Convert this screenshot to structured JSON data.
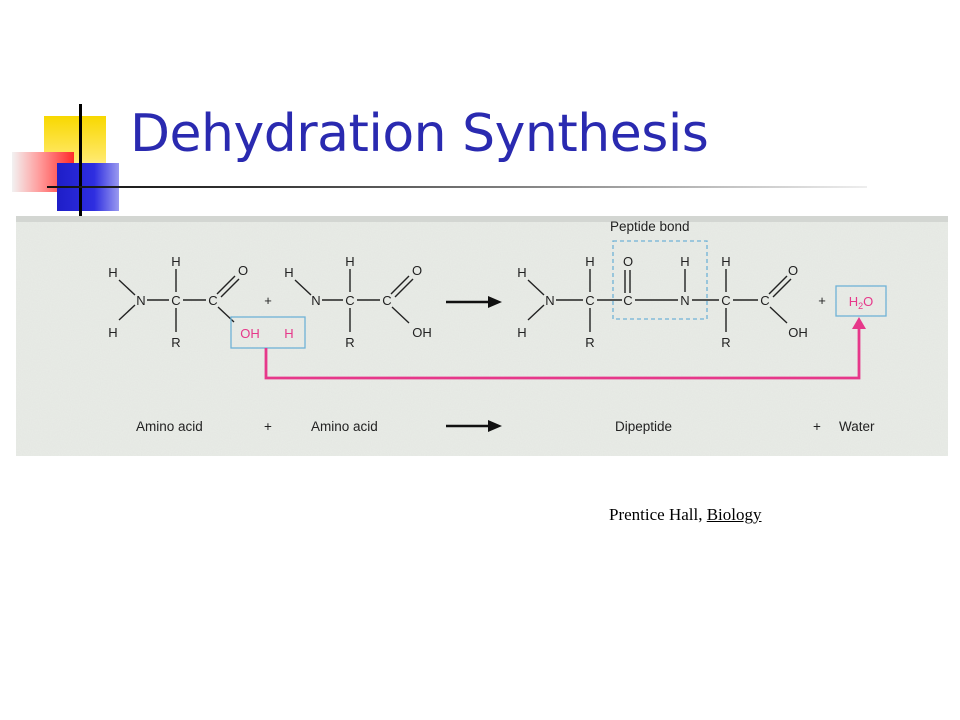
{
  "slide": {
    "title": "Dehydration Synthesis",
    "citation": {
      "publisher": "Prentice Hall,",
      "book": "Biology"
    }
  },
  "diagram": {
    "peptide_bond_label": "Peptide bond",
    "atoms": {
      "H": "H",
      "N": "N",
      "C": "C",
      "O": "O",
      "R": "R",
      "OH": "OH"
    },
    "plus": "+",
    "removed_group": {
      "oh": "OH",
      "h": "H"
    },
    "water_formula": {
      "h": "H",
      "sub": "2",
      "o": "O"
    },
    "labels": {
      "amino_acid_1": "Amino acid",
      "plus_1": "+",
      "amino_acid_2": "Amino acid",
      "dipeptide": "Dipeptide",
      "plus_2": "+",
      "water": "Water"
    },
    "colors": {
      "highlight_box": "#6fb2d6",
      "water_arrow": "#e6388a",
      "paper": "#e8ebe6"
    }
  }
}
